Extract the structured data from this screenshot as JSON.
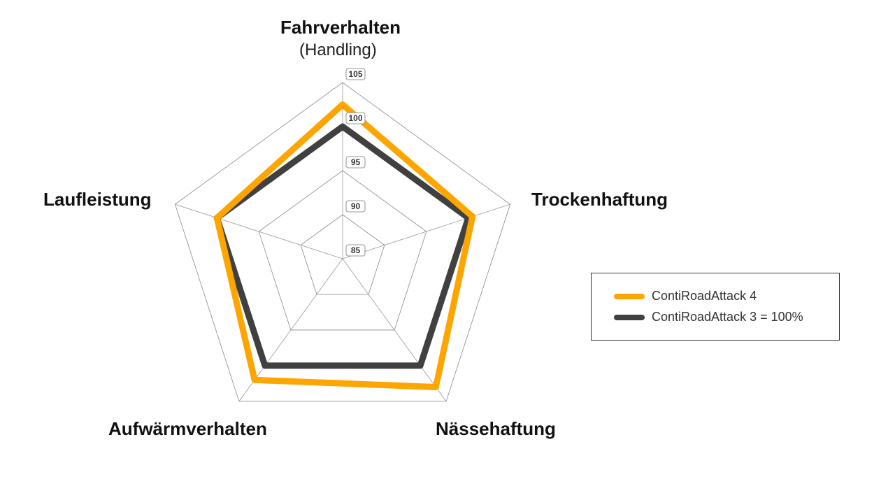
{
  "chart_data": {
    "type": "radar",
    "axes": [
      "Fahrverhalten",
      "Trockenhaftung",
      "Nässehaftung",
      "Aufwärmverhalten",
      "Laufleistung"
    ],
    "axis_subtitle": "(Handling)",
    "range": [
      85,
      105
    ],
    "ticks": [
      85,
      90,
      95,
      100,
      105
    ],
    "series": [
      {
        "name": "ContiRoadAttack 4",
        "color": "#FFA500",
        "values": [
          102.5,
          100.5,
          103,
          102,
          100
        ]
      },
      {
        "name": "ContiRoadAttack 3 = 100%",
        "color": "#404040",
        "values": [
          100,
          100,
          100,
          100,
          100
        ]
      }
    ],
    "legend_position": "right"
  }
}
